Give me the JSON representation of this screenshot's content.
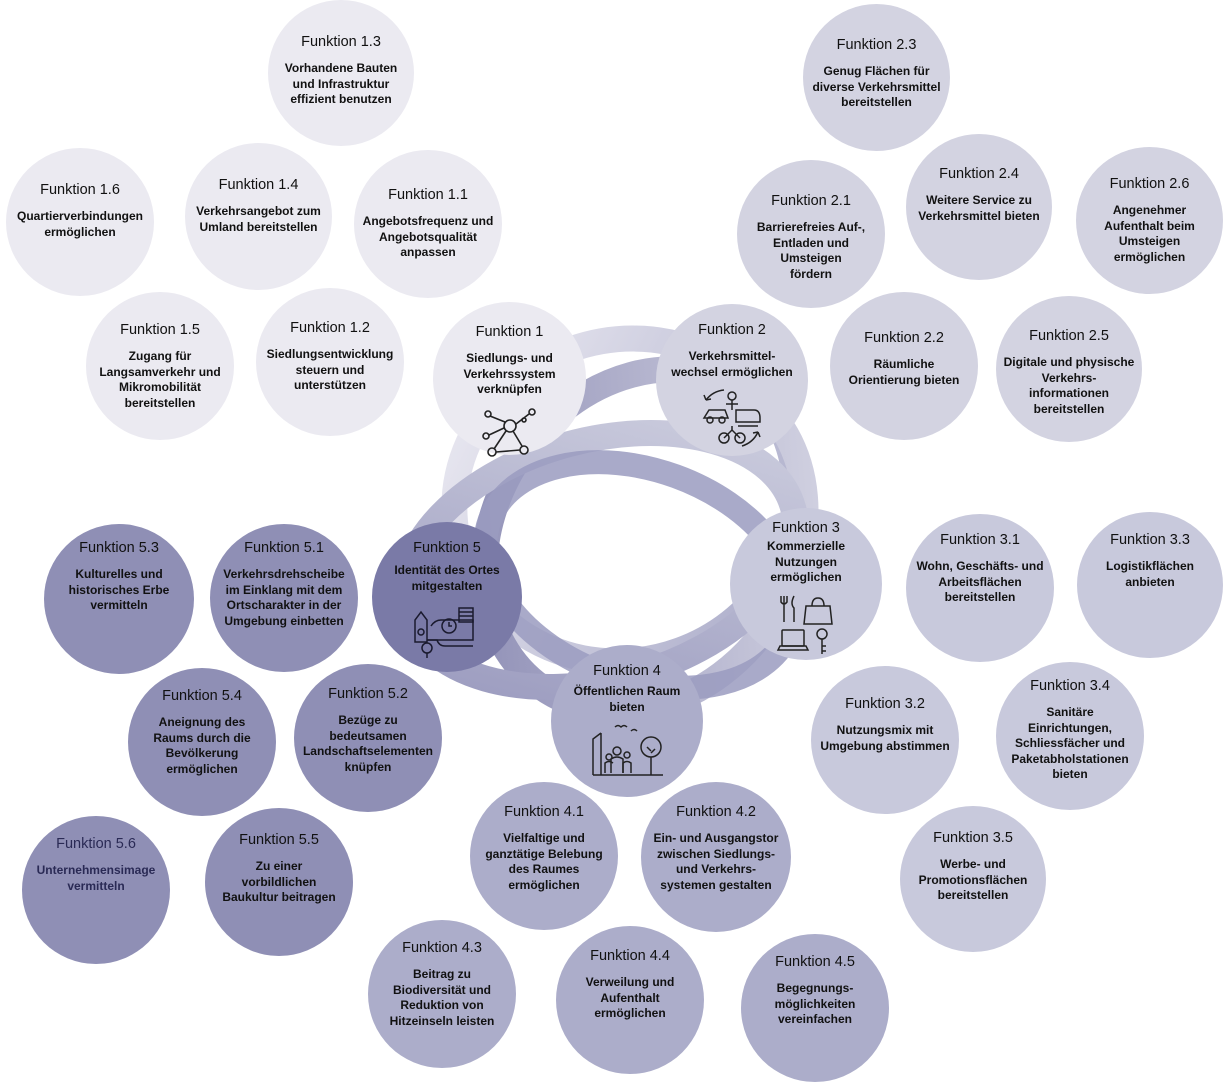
{
  "colors": {
    "group1": "#ebeaf1",
    "group2": "#d3d3e1",
    "group3": "#c8c9dc",
    "group4": "#acadca",
    "group5": "#8f8fb5",
    "group5_center": "#7a7aa7"
  },
  "functions": {
    "f1": {
      "title": "Funktion 1",
      "desc": "Siedlungs- und\nVerkehrssystem\nverknüpfen",
      "icon": "network-icon"
    },
    "f2": {
      "title": "Funktion 2",
      "desc": "Verkehrsmittel-\nwechsel ermöglichen",
      "icon": "mode-change-icon"
    },
    "f3": {
      "title": "Funktion 3",
      "desc": "Kommerzielle\nNutzungen\nermöglichen",
      "icon": "commerce-icon"
    },
    "f4": {
      "title": "Funktion 4",
      "desc": "Öffentlichen Raum\nbieten",
      "icon": "public-space-icon"
    },
    "f5": {
      "title": "Funktion 5",
      "desc": "Identität des Ortes\nmitgestalten",
      "icon": "identity-icon"
    },
    "f1_1": {
      "title": "Funktion 1.1",
      "desc": "Angebotsfrequenz und\nAngebotsqualität\nanpassen"
    },
    "f1_2": {
      "title": "Funktion 1.2",
      "desc": "Siedlungsentwicklung\nsteuern und\nunterstützen"
    },
    "f1_3": {
      "title": "Funktion 1.3",
      "desc": "Vorhandene Bauten\nund Infrastruktur\neffizient benutzen"
    },
    "f1_4": {
      "title": "Funktion 1.4",
      "desc": "Verkehrsangebot zum\nUmland bereitstellen"
    },
    "f1_5": {
      "title": "Funktion 1.5",
      "desc": "Zugang für\nLangsamverkehr und\nMikromobilität\nbereitstellen"
    },
    "f1_6": {
      "title": "Funktion 1.6",
      "desc": "Quartierverbindungen\nermöglichen"
    },
    "f2_1": {
      "title": "Funktion 2.1",
      "desc": "Barrierefreies Auf-,\nEntladen und\nUmsteigen\nfördern"
    },
    "f2_2": {
      "title": "Funktion 2.2",
      "desc": "Räumliche\nOrientierung bieten"
    },
    "f2_3": {
      "title": "Funktion 2.3",
      "desc": "Genug Flächen für\ndiverse Verkehrsmittel\nbereitstellen"
    },
    "f2_4": {
      "title": "Funktion 2.4",
      "desc": "Weitere Service zu\nVerkehrsmittel bieten"
    },
    "f2_5": {
      "title": "Funktion 2.5",
      "desc": "Digitale und physische\nVerkehrs-\ninformationen\nbereitstellen"
    },
    "f2_6": {
      "title": "Funktion 2.6",
      "desc": "Angenehmer\nAufenthalt beim\nUmsteigen\nermöglichen"
    },
    "f3_1": {
      "title": "Funktion 3.1",
      "desc": "Wohn, Geschäfts- und\nArbeitsflächen\nbereitstellen"
    },
    "f3_2": {
      "title": "Funktion 3.2",
      "desc": "Nutzungsmix mit\nUmgebung abstimmen"
    },
    "f3_3": {
      "title": "Funktion 3.3",
      "desc": "Logistikflächen\nanbieten"
    },
    "f3_4": {
      "title": "Funktion 3.4",
      "desc": "Sanitäre\nEinrichtungen,\nSchliessfächer und\nPaketabholstationen\nbieten"
    },
    "f3_5": {
      "title": "Funktion 3.5",
      "desc": "Werbe- und\nPromotionsflächen\nbereitstellen"
    },
    "f4_1": {
      "title": "Funktion 4.1",
      "desc": "Vielfaltige und\nganztätige Belebung\ndes Raumes\nermöglichen"
    },
    "f4_2": {
      "title": "Funktion 4.2",
      "desc": "Ein- und Ausgangstor\nzwischen Siedlungs-\nund Verkehrs-\nsystemen gestalten"
    },
    "f4_3": {
      "title": "Funktion 4.3",
      "desc": "Beitrag zu\nBiodiversität und\nReduktion von\nHitzeinseln leisten"
    },
    "f4_4": {
      "title": "Funktion 4.4",
      "desc": "Verweilung und\nAufenthalt\nermöglichen"
    },
    "f4_5": {
      "title": "Funktion 4.5",
      "desc": "Begegnungs-\nmöglichkeiten\nvereinfachen"
    },
    "f5_1": {
      "title": "Funktion 5.1",
      "desc": "Verkehrsdrehscheibe\nim Einklang mit dem\nOrtscharakter in der\nUmgebung einbetten"
    },
    "f5_2": {
      "title": "Funktion 5.2",
      "desc": "Bezüge zu\nbedeutsamen\nLandschaftselementen\nknüpfen"
    },
    "f5_3": {
      "title": "Funktion 5.3",
      "desc": "Kulturelles und\nhistorisches Erbe\nvermitteln"
    },
    "f5_4": {
      "title": "Funktion 5.4",
      "desc": "Aneignung  des\nRaums durch die\nBevölkerung\nermöglichen"
    },
    "f5_5": {
      "title": "Funktion 5.5",
      "desc": "Zu einer\nvorbildlichen\nBaukultur beitragen"
    },
    "f5_6": {
      "title": "Funktion 5.6",
      "desc": "Unternehmensimage\nvermitteln"
    }
  }
}
